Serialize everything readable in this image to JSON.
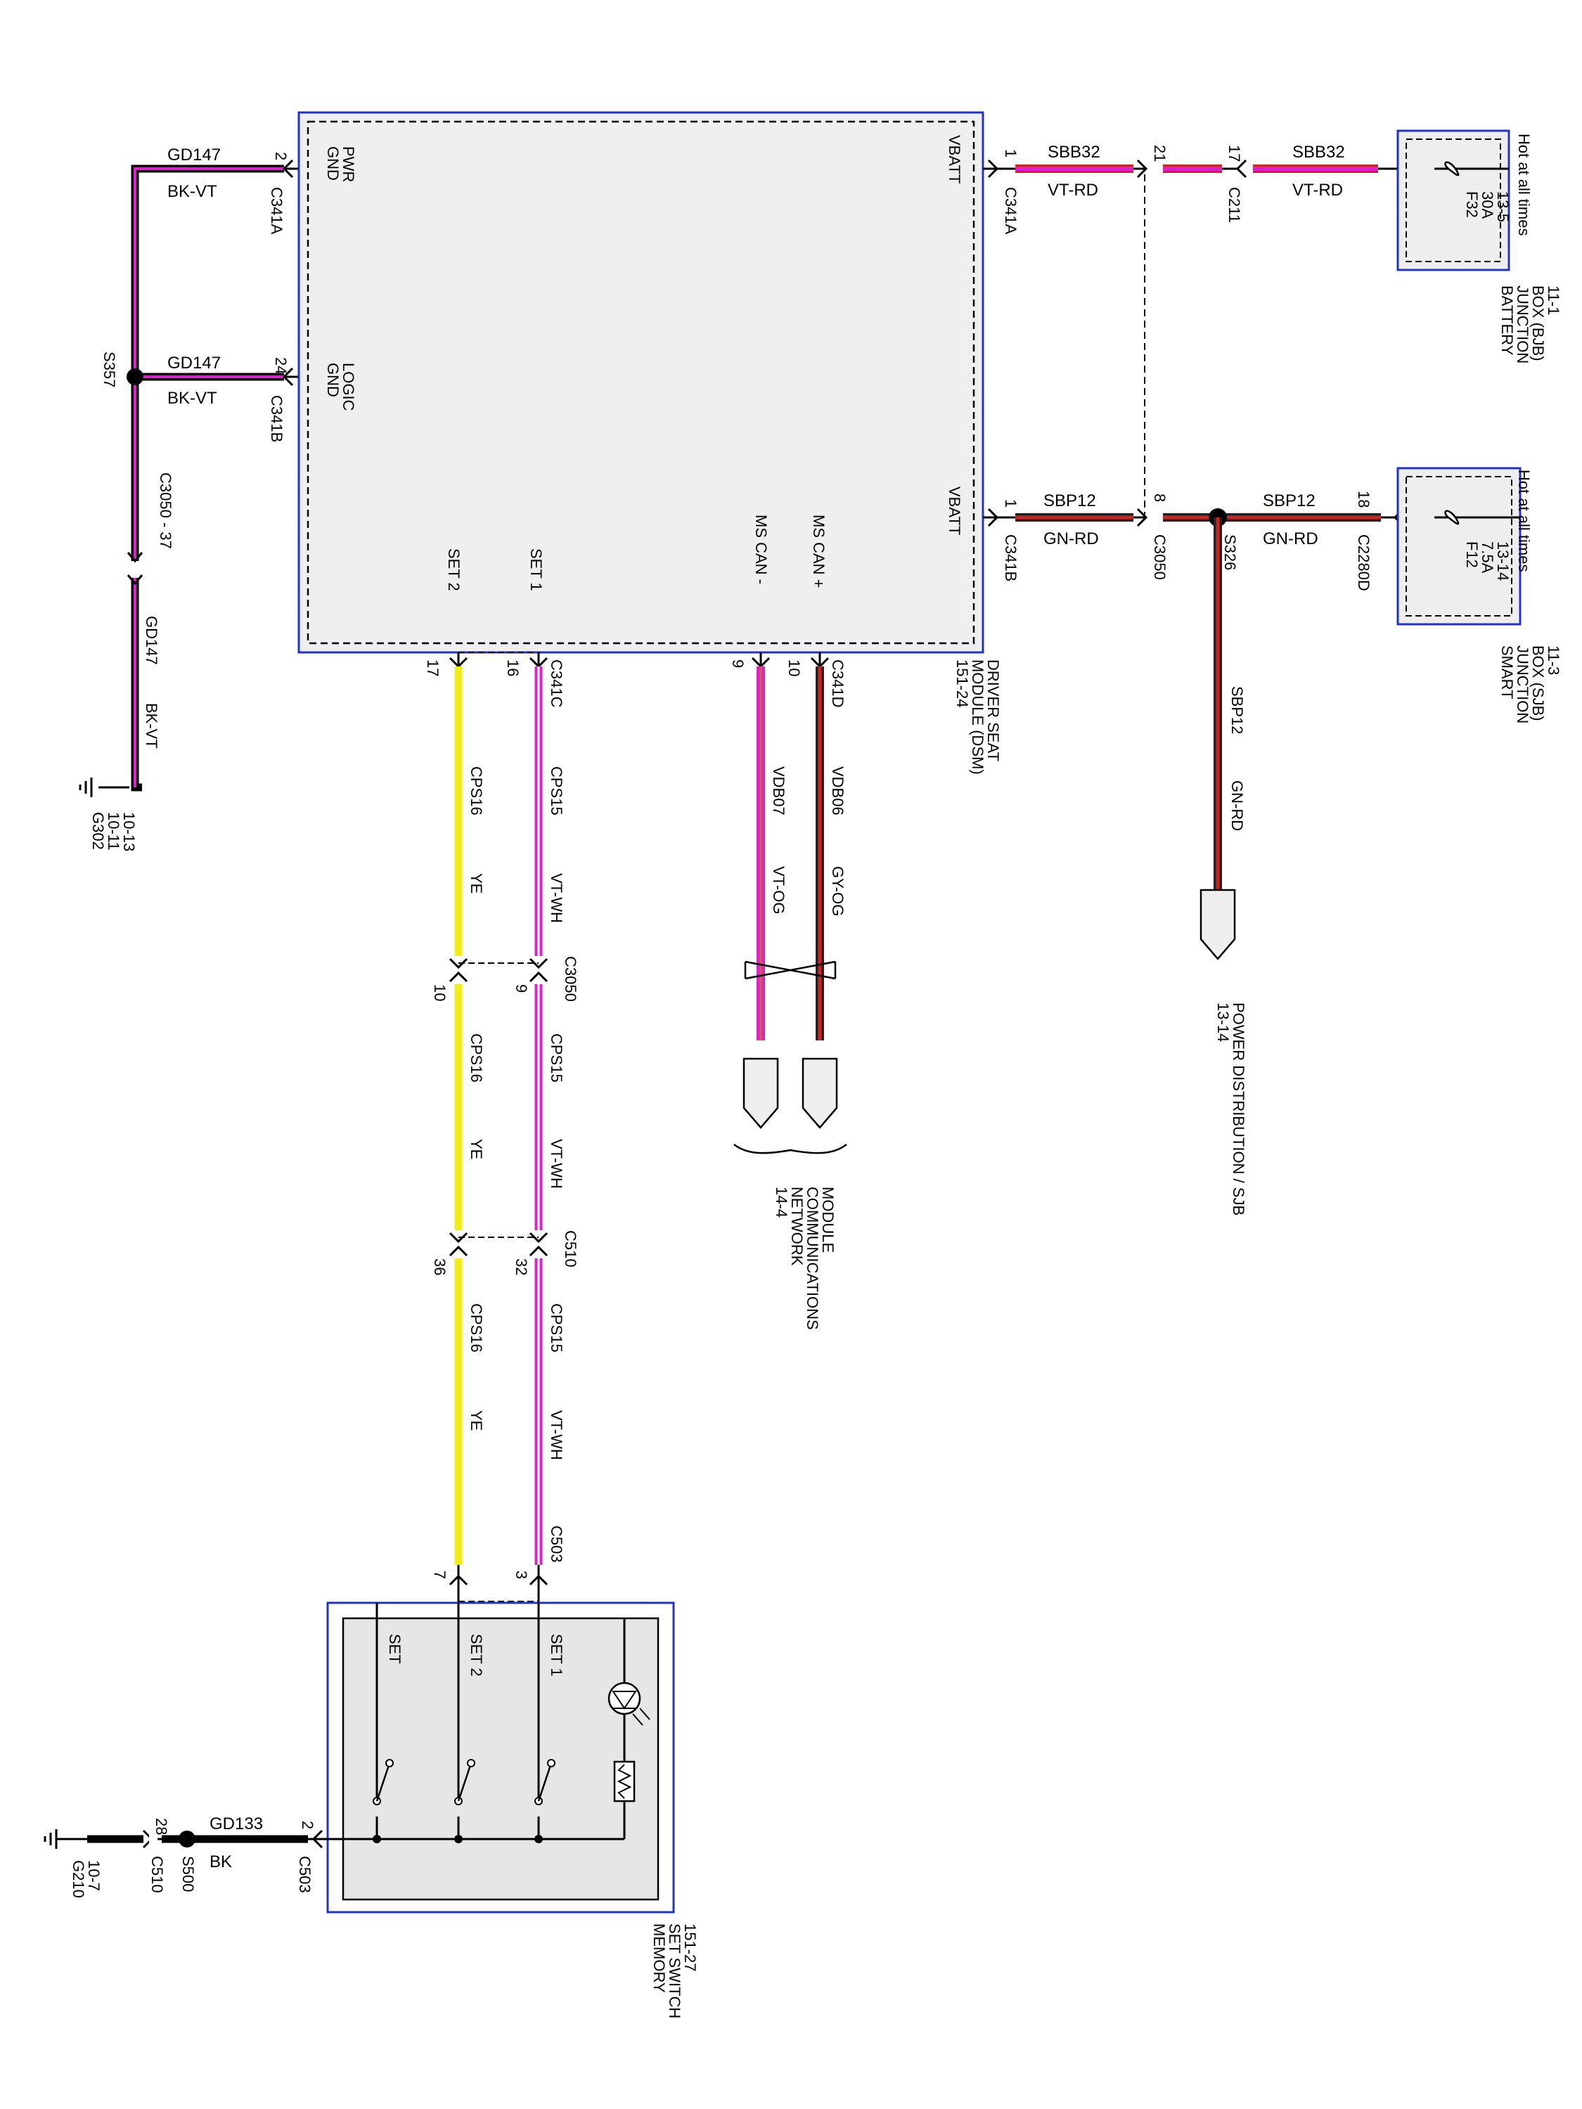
{
  "colors": {
    "blue": "#2233cc",
    "module_fill": "#efefef",
    "fuse_fill": "#eeeeee",
    "pink": "#dd22cc",
    "red": "#cc2222",
    "dark": "#222222",
    "yellow": "#f2ec1a",
    "black": "#000000"
  },
  "dsm": {
    "name_l1": "DRIVER SEAT",
    "name_l2": "MODULE (DSM)",
    "name_l3": "151-24",
    "pin_pwr_gnd_l1": "PWR",
    "pin_pwr_gnd_l2": "GND",
    "pin_logic_gnd_l1": "LOGIC",
    "pin_logic_gnd_l2": "GND",
    "pin_vbatt_a": "VBATT",
    "pin_vbatt_b": "VBATT",
    "pin_ms_can_plus": "MS CAN +",
    "pin_ms_can_minus": "MS CAN -",
    "pin_set2": "SET 2",
    "pin_set1": "SET 1"
  },
  "bjb": {
    "fuse": "F32",
    "rating": "30A",
    "ref": "13-5",
    "hot": "Hot at all times",
    "name_l1": "BATTERY",
    "name_l2": "JUNCTION",
    "name_l3": "BOX (BJB)",
    "name_l4": "11-1"
  },
  "sjb": {
    "fuse": "F12",
    "rating": "7.5A",
    "ref": "13-14",
    "hot": "Hot at all times",
    "name_l1": "SMART",
    "name_l2": "JUNCTION",
    "name_l3": "BOX (SJB)",
    "name_l4": "11-3"
  },
  "memory_switch": {
    "name_l1": "MEMORY",
    "name_l2": "SET SWITCH",
    "name_l3": "151-27",
    "set": "SET",
    "set2": "SET 2",
    "set1": "SET 1"
  },
  "ground_circuit": {
    "pin_top": "2",
    "pin_mid": "24",
    "conn_a": "C341A",
    "conn_b": "C341B",
    "wire": "GD147",
    "color": "BK-VT",
    "splice": "S357",
    "inline_conn": "C3050",
    "inline_sep": "-",
    "inline_pin": "37",
    "ground": "G302",
    "ground_ref1": "10-11",
    "ground_ref2": "10-13"
  },
  "vbatt_a_circuit": {
    "pin": "1",
    "conn": "C341A",
    "wire": "SBB32",
    "color": "VT-RD",
    "inline_pin": "21",
    "bjb_pin": "17",
    "bjb_conn": "C211",
    "wire2": "SBB32",
    "color2": "VT-RD"
  },
  "vbatt_b_circuit": {
    "pin": "1",
    "conn": "C341B",
    "wire": "SBP12",
    "color": "GN-RD",
    "inline_pin": "8",
    "inline_conn": "C3050",
    "splice": "S326",
    "wire2": "SBP12",
    "color2": "GN-RD",
    "sjb_pin": "18",
    "sjb_conn": "C2280D",
    "branch_wire": "SBP12",
    "branch_color": "GN-RD",
    "dest_l1": "POWER DISTRIBUTION / SJB",
    "dest_l2": "13-14"
  },
  "can_circuit": {
    "conn": "C341D",
    "pin_plus": "10",
    "pin_minus": "9",
    "wire_plus": "VDB06",
    "color_plus": "GY-OG",
    "wire_minus": "VDB07",
    "color_minus": "VT-OG",
    "dest_l1": "MODULE",
    "dest_l2": "COMMUNICATIONS",
    "dest_l3": "NETWORK",
    "dest_l4": "14-4"
  },
  "set_circuits": {
    "dsm_conn": "C341C",
    "dsm_pin_set1": "16",
    "dsm_pin_set2": "17",
    "wire_set1": "CPS15",
    "color_set1": "VT-WH",
    "wire_set2": "CPS16",
    "color_set2": "YE",
    "c3050": "C3050",
    "c3050_pin_set1": "9",
    "c3050_pin_set2": "10",
    "c510": "C510",
    "c510_pin_set1": "32",
    "c510_pin_set2": "36",
    "c503": "C503",
    "c503_pin_set1": "3",
    "c503_pin_set2": "7"
  },
  "switch_ground": {
    "pin": "2",
    "conn": "C503",
    "wire": "GD133",
    "color": "BK",
    "splice": "S500",
    "inline_pin": "28",
    "inline_conn": "C510",
    "ground": "G210",
    "ground_ref": "10-7"
  }
}
